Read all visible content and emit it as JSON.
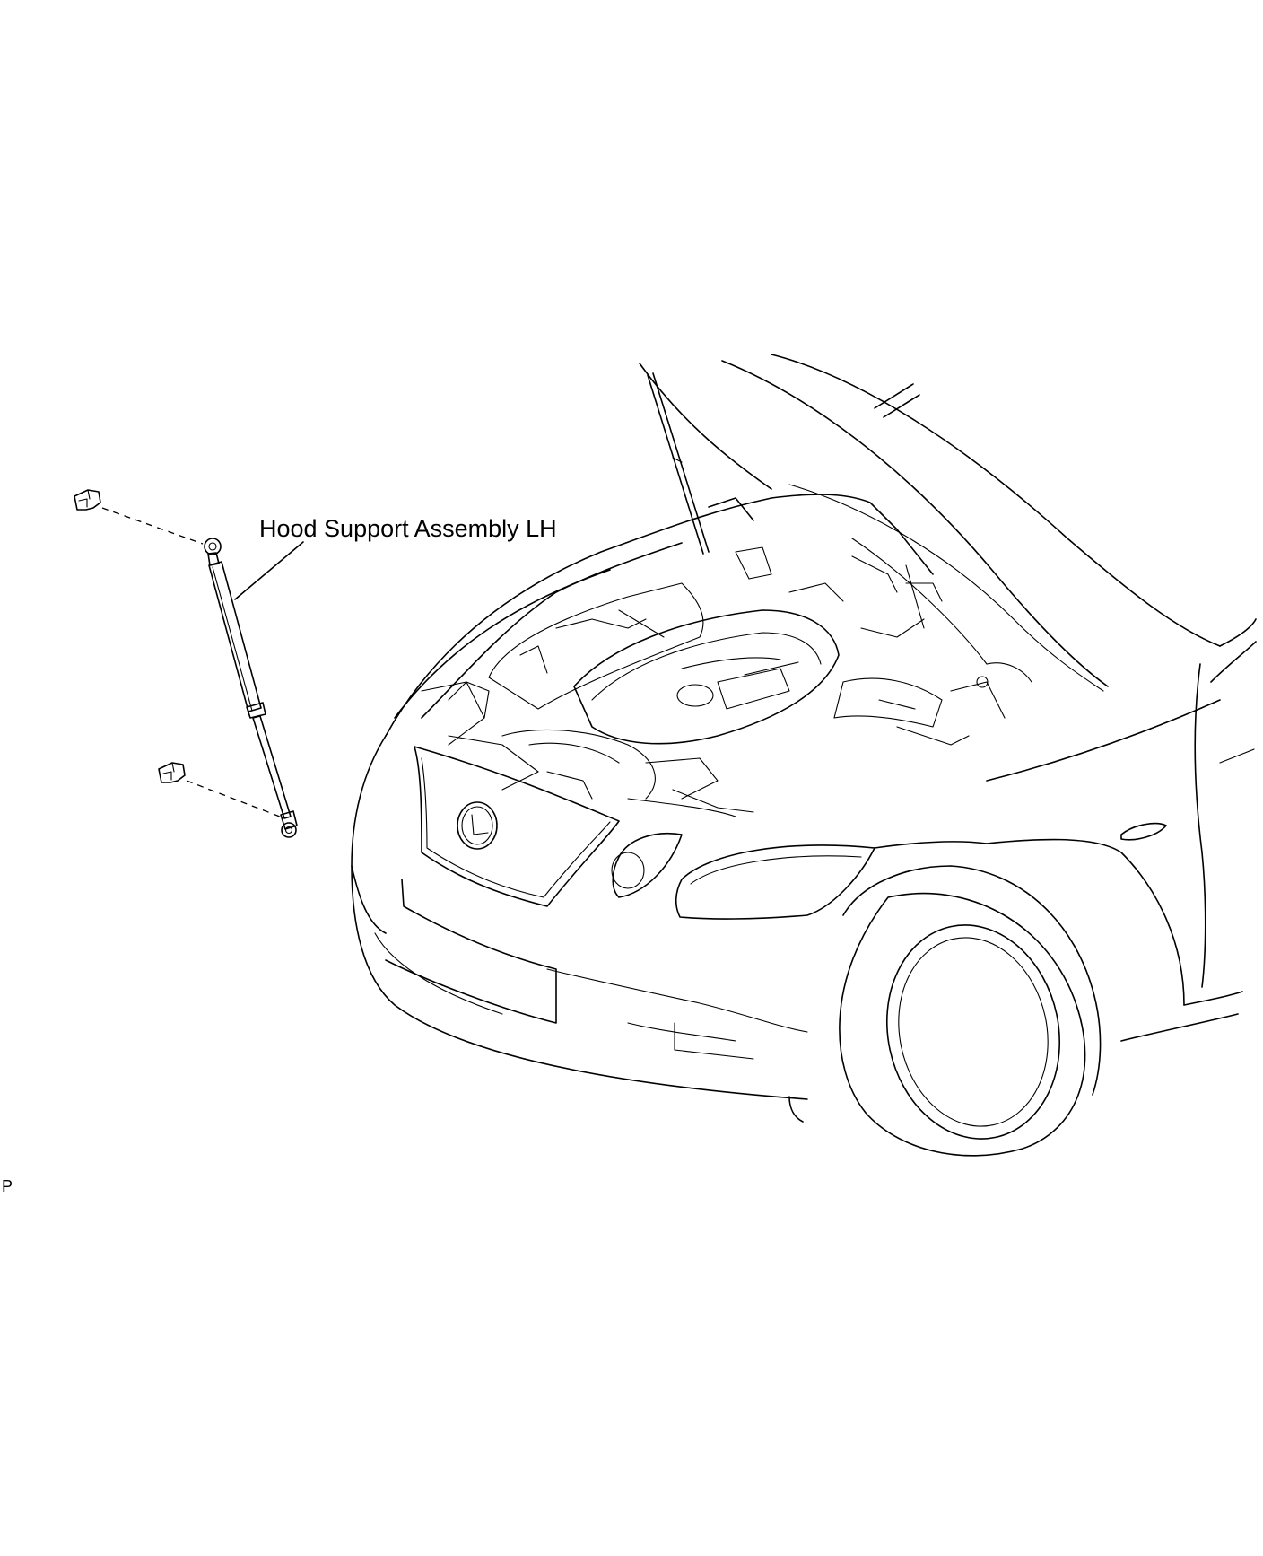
{
  "diagram": {
    "callout_label": "Hood Support Assembly LH",
    "corner_mark": "P",
    "illustration": "car-front-hood-open-line-art",
    "line_color": "#000000",
    "background_color": "#ffffff"
  }
}
